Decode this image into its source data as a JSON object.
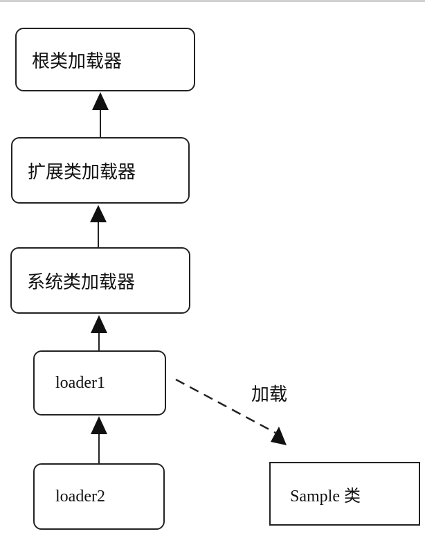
{
  "nodes": {
    "root": "根类加载器",
    "ext": "扩展类加载器",
    "sys": "系统类加载器",
    "loader1": "loader1",
    "loader2": "loader2",
    "sample": "Sample 类"
  },
  "edge_label": "加载",
  "colors": {
    "line": "#222222",
    "text": "#111111",
    "background": "#ffffff"
  }
}
